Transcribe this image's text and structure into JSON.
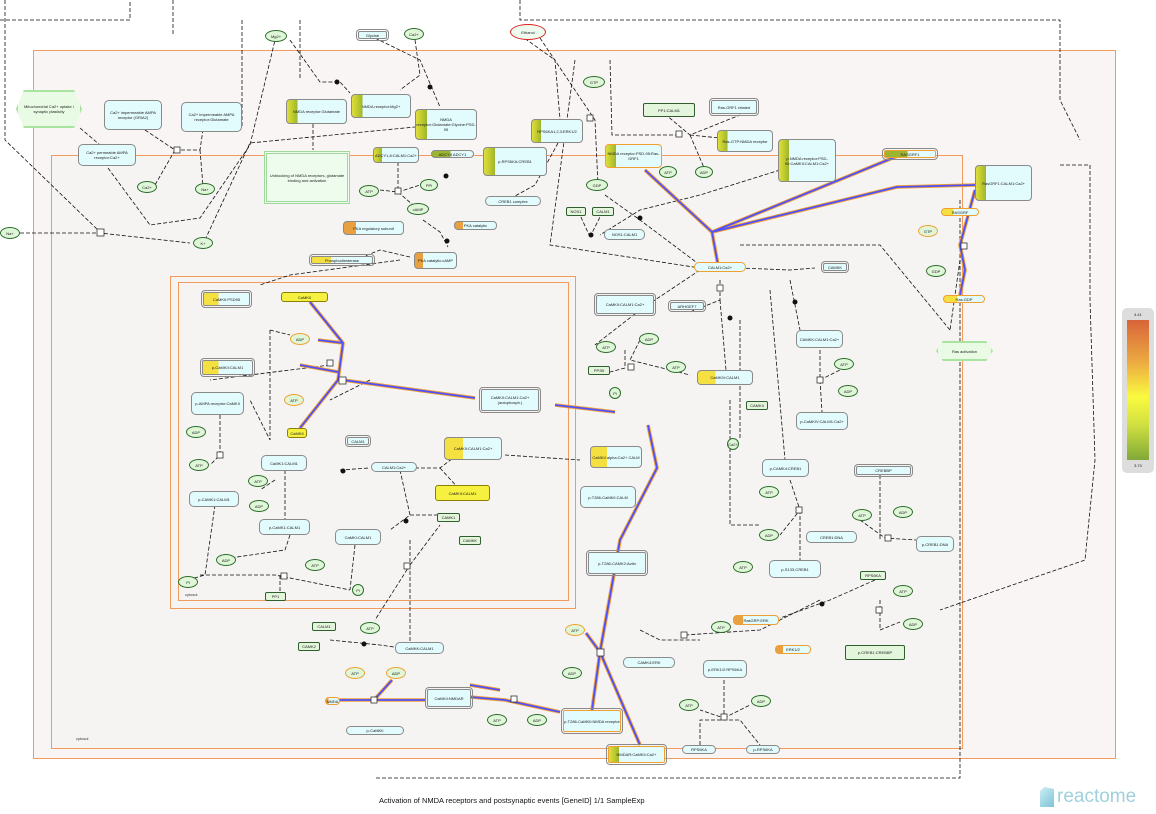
{
  "title": "Activation of NMDA receptors and postsynaptic events [GeneID] 1/1 SampleExp",
  "logo": "reactome",
  "legend": {
    "max": "4.41",
    "min": "3.70"
  },
  "colors": {
    "edge_highlight": "#5050ff",
    "compartment": "#f39a5e",
    "molecule": "#dff7d8",
    "complex": "#e2fbfd"
  },
  "compartment_label": "cytosol",
  "compartment_label_inner": "cytosol",
  "red_node": "Ethanol",
  "molecules": [
    "Mg2+",
    "Ca2+",
    "Ca2+",
    "Na+",
    "Na+",
    "K+",
    "ATP",
    "PPi",
    "cAMP",
    "GTP",
    "GDP",
    "ATP",
    "ADP",
    "GTP",
    "GDP",
    "ADP",
    "ATP",
    "ADP",
    "ATP",
    "ATP",
    "ADP",
    "ADP",
    "ATP",
    "Pi",
    "Pi",
    "ATP",
    "ADP",
    "ATP",
    "Pi",
    "Ca2+",
    "ATP",
    "ADP",
    "ATP",
    "ATP",
    "ADP",
    "ATP",
    "ADP",
    "ATP",
    "ADP",
    "ATP",
    "ADP",
    "ATP",
    "ATP",
    "ADP",
    "ATP",
    "ADP",
    "ATP",
    "ADP",
    "ATP"
  ],
  "nodes": [
    "Mitochondrial Ca2+ uptake / synaptic plasticity",
    "Ca2+ permeable AMPA receptor:Ca2+",
    "Ca2+ impermeable AMPA receptor (GRIA2)",
    "Ca2+ impermeable AMPA receptor:Glutamate",
    "NMDA receptor:Glutamate",
    "NMDA receptor:Mg2+",
    "NMDA receptor:Glutamate:Glycine:PSD-95",
    "Glycine",
    "Unblocking of NMDA receptors, glutamate binding and activation",
    "ADCY1,8:CALM1:Ca2+",
    "ADCY8 ADCY1",
    "PKA regulatory subunit",
    "PKA catalytic",
    "PKA catalytic:cAMP",
    "Phosphodiesterase",
    "RPS6KA1,2,3:ERK1/2",
    "p-RPS6KA:CREB1",
    "CREB1 complex",
    "PP1:CALM1",
    "Ras-GRF1 related",
    "Ras-GTP:NMDA receptor",
    "NMDA receptor:PSD-95:Ras-GRF1",
    "p-NMDA receptor:PSD-95:CaMKII:CALM1:Ca2+",
    "RASGRF1",
    "NOS1",
    "CALM1",
    "NOS1:CALM1",
    "CALM1:Ca2+",
    "CAMKK",
    "RasGRF1:CALM1:Ca2+",
    "RASGRF",
    "Ras:GDP",
    "Ras activation",
    "CaMKII:CALM1:Ca2+",
    "ARHGEF7",
    "CaMKIV:CALM1",
    "PP2B",
    "CAMK4",
    "CAMKK:CALM1:Ca2+",
    "p-CaMKIV:CALM1:Ca2+",
    "p-CAMK4:CREB1",
    "CREB1:DNA",
    "p-CREB1:DNA",
    "CREBBP",
    "p-S133-CREB1",
    "RPS6KA",
    "RasGRP:ERK",
    "ERK1/2",
    "p-CREB1:CREBBP",
    "CAMK4:ERK",
    "p-ERK1/2:RPS6KA",
    "RPS6KA",
    "p-RPS6KA",
    "NMDAR:CaMKII:Ca2+",
    "p-T286-CaMKII:NMDA receptor",
    "p-T286-CAMK2:Actin",
    "CaMKII:CALM1:Ca2+ (autophosph.)",
    "CaMKII alpha:Ca2+ CALM",
    "p-T286-CaMKII:CALM",
    "CaMKII:CALM1:Ca2+",
    "CaMKII:CALM1",
    "CALM1:Ca2+",
    "CALM1",
    "CaMK1:CALM1",
    "p-CaMK1:CALM1",
    "CaMKI:CALM1",
    "CAMK1",
    "CAMKK",
    "p-CAMK1:CALM1",
    "p-AMPA receptor:CaMKII",
    "CaMKII:PSD95",
    "CaMKII",
    "p-CaMKII:CALM1",
    "CaMKII",
    "PP1",
    "CALM1",
    "CAMK2",
    "CaMKK:CALM1",
    "CaMKII:NMDAR",
    "NMDA",
    "p-CaMKII"
  ]
}
